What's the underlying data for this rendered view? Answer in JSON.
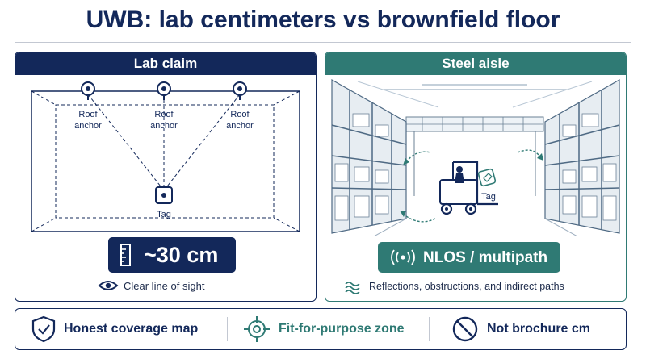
{
  "title": "UWB: lab centimeters vs brownfield floor",
  "lab": {
    "header": "Lab claim",
    "anchor_label_line1": "Roof",
    "anchor_label_line2": "anchor",
    "tag_label": "Tag",
    "accuracy": "~30 cm",
    "caption": "Clear line of sight",
    "icon_ruler": "ruler-icon",
    "icon_eye": "eye-icon"
  },
  "aisle": {
    "header": "Steel aisle",
    "tag_label": "Tag",
    "condition": "NLOS / multipath",
    "caption": "Reflections, obstructions, and indirect paths",
    "icon_signal": "signal-waves-icon",
    "icon_reflect": "wave-lines-icon"
  },
  "footer": {
    "items": [
      {
        "label": "Honest coverage map",
        "icon": "shield-check-icon"
      },
      {
        "label": "Fit-for-purpose zone",
        "icon": "target-icon"
      },
      {
        "label": "Not brochure cm",
        "icon": "prohibited-icon"
      }
    ]
  },
  "colors": {
    "navy": "#13285a",
    "teal": "#2f7a74",
    "rule": "#c3c8d2"
  }
}
